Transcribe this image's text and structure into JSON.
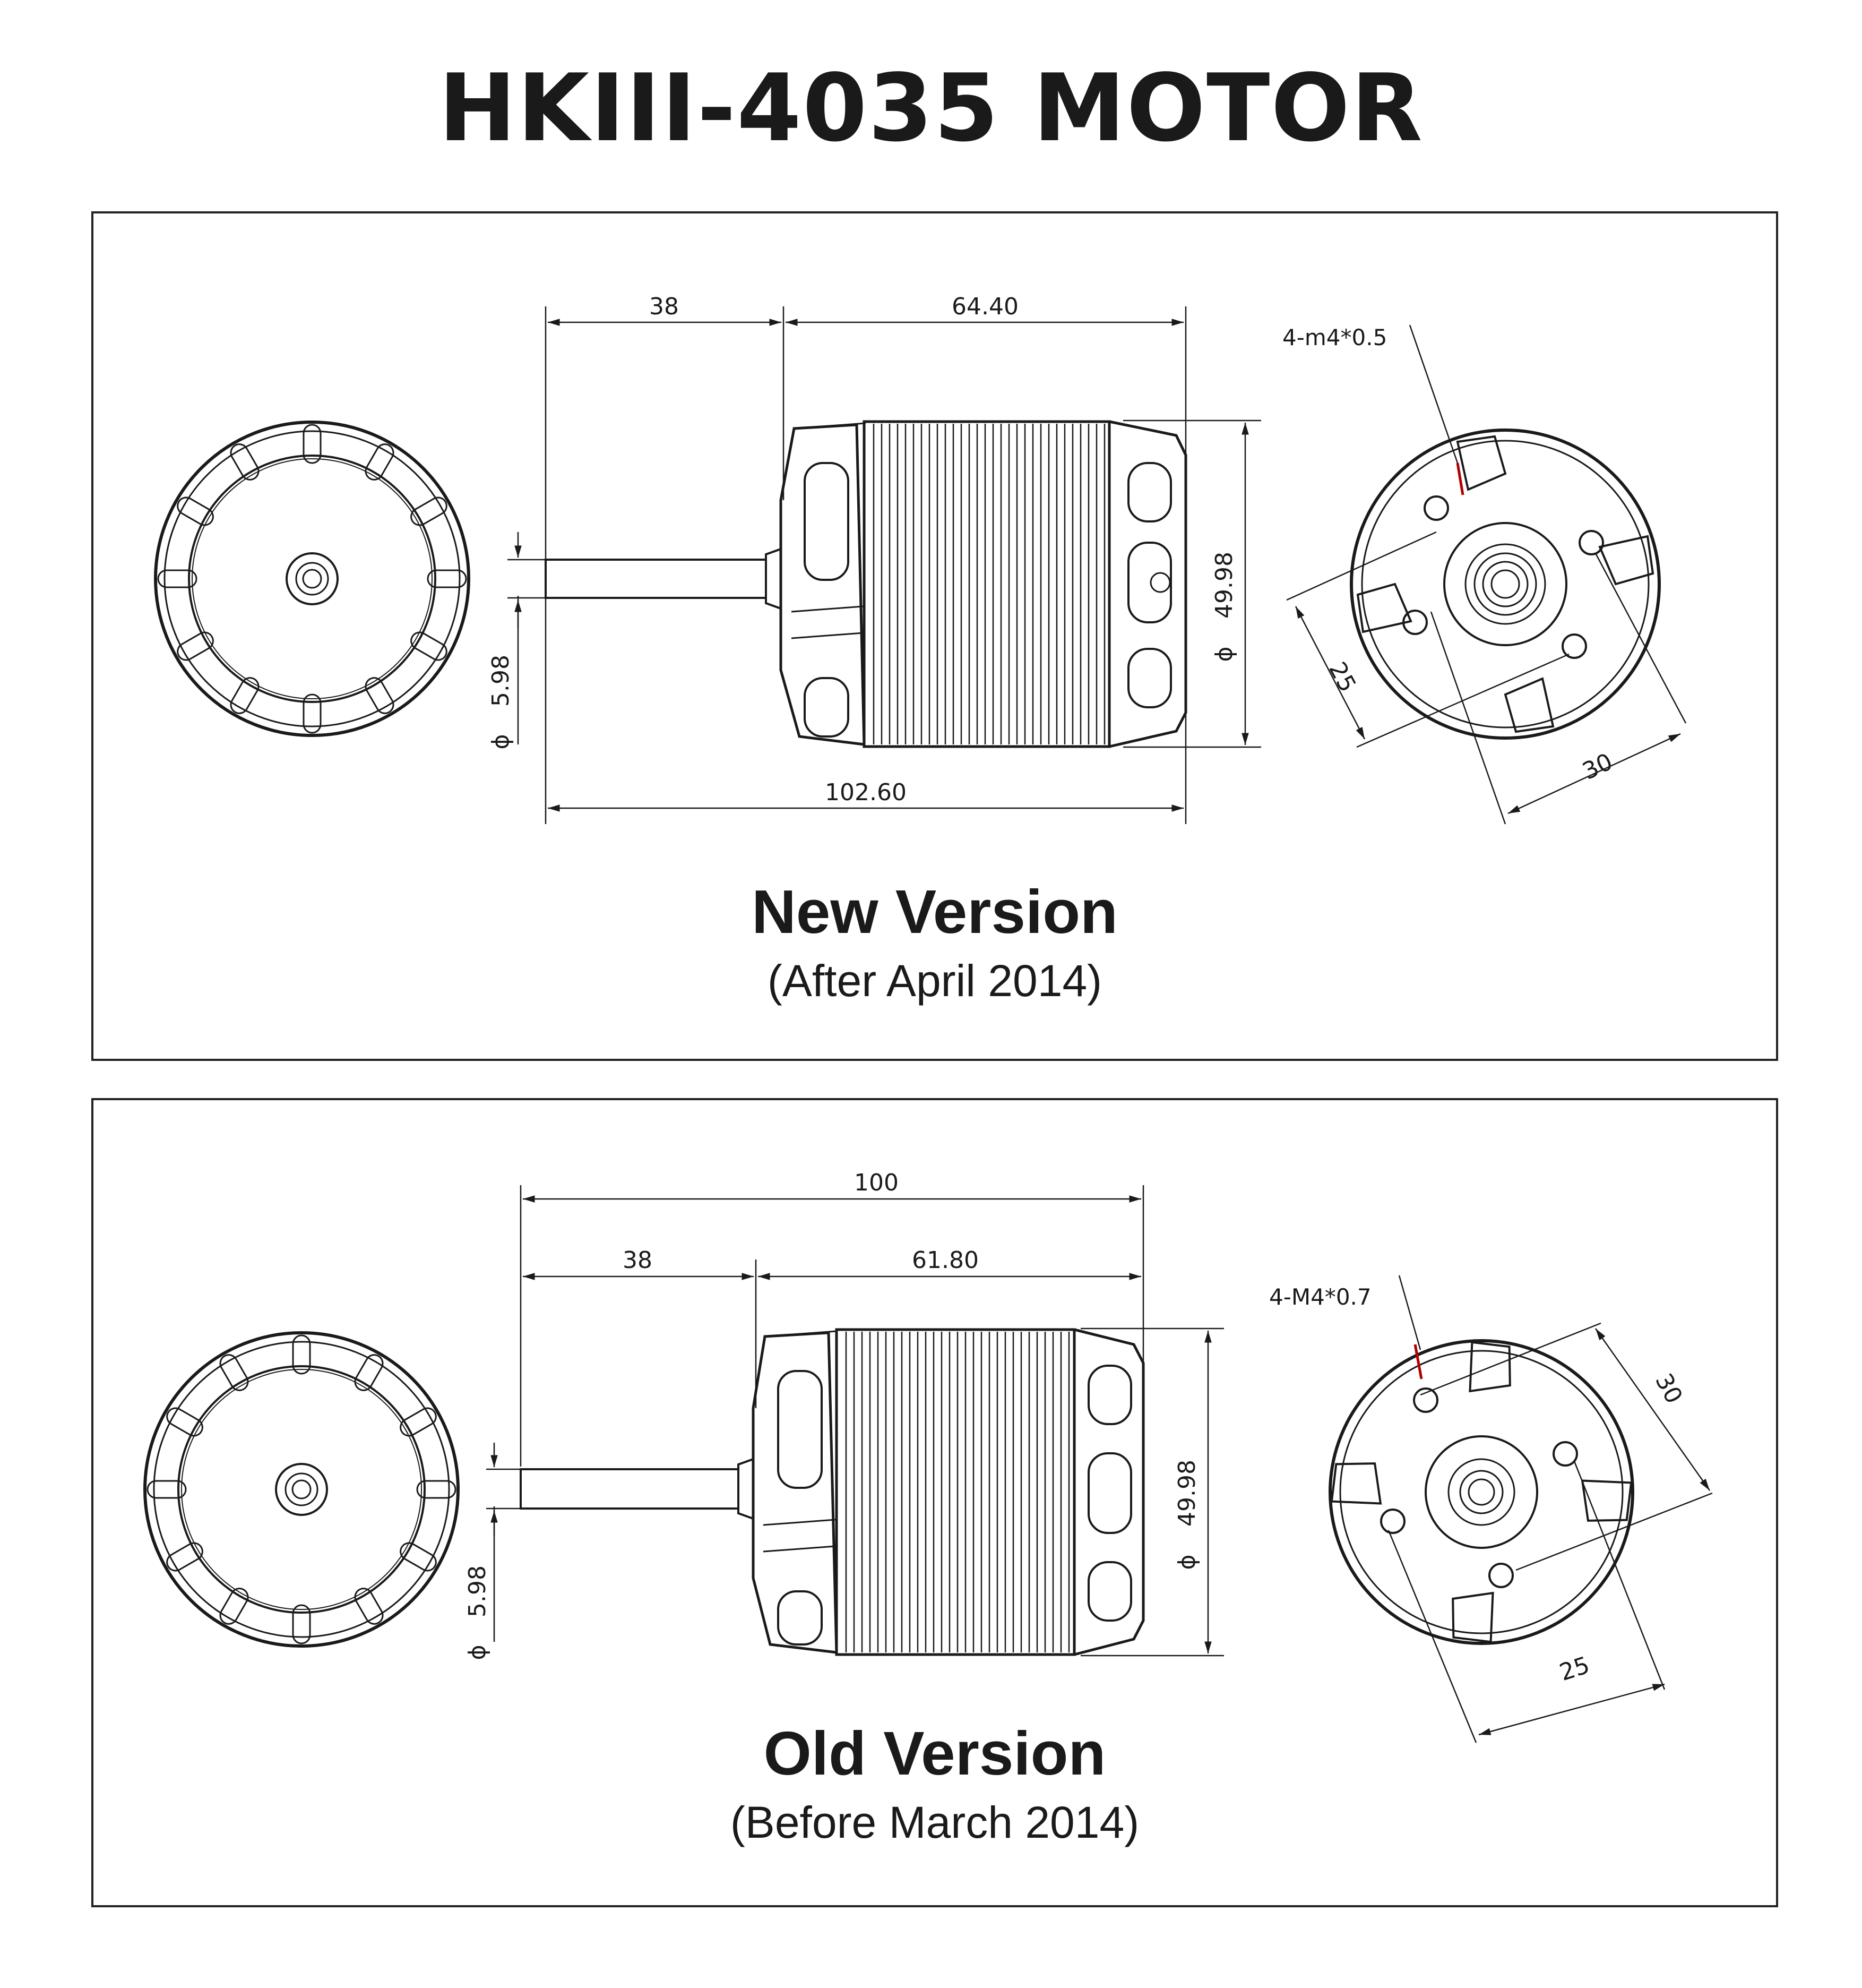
{
  "title": "HKIII-4035  MOTOR",
  "new_version": {
    "title": "New Version",
    "subtitle": "(After April 2014)",
    "dims": {
      "shaft_length": "38",
      "can_length": "64.40",
      "overall_length": "102.60",
      "diameter": "49.98",
      "shaft_diameter": "5.98",
      "mount_thread": "4-m4*0.5",
      "hole_spacing_a": "25",
      "hole_spacing_b": "30"
    }
  },
  "old_version": {
    "title": "Old Version",
    "subtitle": "(Before March 2014)",
    "dims": {
      "overall_length": "100",
      "shaft_length": "38",
      "can_length": "61.80",
      "diameter": "49.98",
      "shaft_diameter": "5.98",
      "mount_thread": "4-M4*0.7",
      "hole_spacing_a": "30",
      "hole_spacing_b": "25"
    }
  },
  "symbols": {
    "diameter": "ϕ"
  },
  "colors": {
    "line": "#1a1a1a",
    "leader_red": "#b00000"
  }
}
